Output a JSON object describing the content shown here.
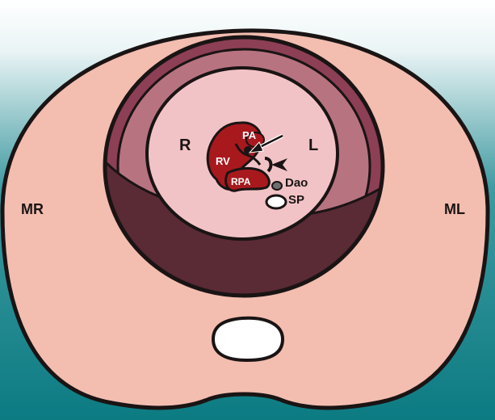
{
  "labels": {
    "mr": "MR",
    "ml": "ML",
    "r": "R",
    "l": "L",
    "pa": "PA",
    "rv": "RV",
    "rpa": "RPA",
    "dao": "Dao",
    "sp": "SP"
  },
  "colors": {
    "background_top": "#ffffff",
    "background_bottom": "#0d7f86",
    "body": "#f3bdb0",
    "outline": "#1a1414",
    "ring_outer": "#8c3f55",
    "ring_middle": "#b87380",
    "lumen": "#f2c3c6",
    "dependent_fluid": "#5a2a35",
    "heart": "#a8191e",
    "spine": "#ffffff",
    "dao": "#6e6e6e"
  }
}
